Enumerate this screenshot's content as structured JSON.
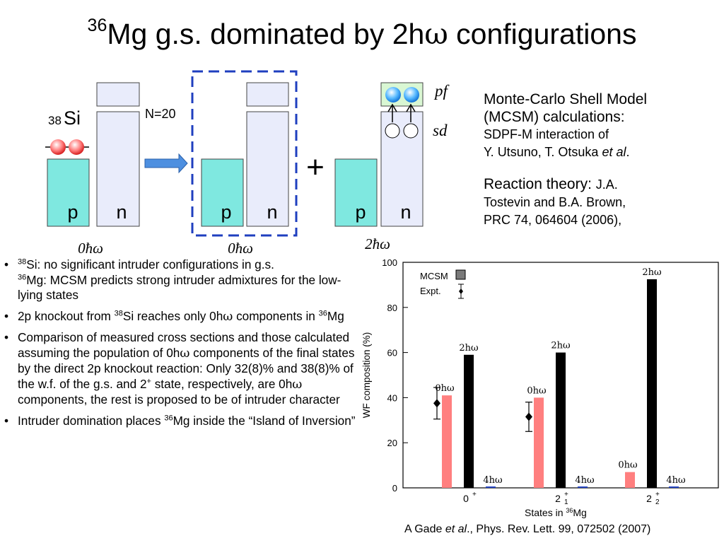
{
  "title": {
    "iso": "36",
    "main": "Mg g.s. dominated by 2h",
    "omega": "ω",
    "tail": " configurations"
  },
  "diagram": {
    "si_iso": "38",
    "si": "Si",
    "n20": "N=20",
    "p": "p",
    "n": "n",
    "plus": "+",
    "pf": "pf",
    "sd": "sd",
    "label_0": "0ħω",
    "label_2": "2ħω",
    "colors": {
      "proton": "#7fe8e0",
      "neutron": "#e9ecfb",
      "box_border": "#1f3fbf",
      "arrow": "#4d8fe0"
    }
  },
  "right": {
    "line1": "Monte-Carlo Shell Model",
    "line2": "(MCSM) calculations:",
    "line3": "SDPF-M interaction of",
    "line4a": "Y. Utsuno, T. Otsuka ",
    "line4b": "et al",
    "line4c": ".",
    "line5a": "Reaction theory: ",
    "line5b": "J.A.",
    "line6": "Tostevin and B.A. Brown,",
    "line7": "PRC  74, 064604 (2006),"
  },
  "bullets": {
    "b1_iso": "38",
    "b1_t1": "Si: no significant intruder configurations in g.s.",
    "b1_iso2": "36",
    "b1_t2": "Mg: MCSM predicts strong intruder admixtures for the low-lying states",
    "b2_t1": "2p knockout from ",
    "b2_iso": "38",
    "b2_t2": "Si reaches only 0h",
    "b2_om": "ω",
    "b2_t3": " components in ",
    "b2_iso2": "36",
    "b2_t4": "Mg",
    "b3_t1": "Comparison of measured cross sections and those calculated assuming the population of 0h",
    "b3_om": "ω",
    "b3_t2": " components of the final states by the direct 2p knockout reaction: Only 32(8)% and 38(8)% of the w.f. of the g.s. and 2",
    "b3_sup": "+",
    "b3_t3": " state, respectively, are 0h",
    "b3_om2": "ω",
    "b3_t4": " components, the rest is proposed to be of intruder character",
    "b4_t1": "Intruder domination places ",
    "b4_iso": "36",
    "b4_t2": "Mg inside the “Island of Inversion”"
  },
  "citation": {
    "a": "A Gade ",
    "b": "et al",
    "c": "., Phys. Rev. Lett. 99, 072502 (2007)"
  },
  "chart_data": {
    "type": "bar",
    "ylabel": "WF composition (%)",
    "xlabel_pre": "States in ",
    "xlabel_iso": "36",
    "xlabel_el": "Mg",
    "ylim": [
      0,
      100
    ],
    "yticks": [
      0,
      20,
      40,
      60,
      80,
      100
    ],
    "legend": {
      "mcsm": "MCSM",
      "expt": "Expt."
    },
    "groups": [
      {
        "state": "0",
        "sup": "+",
        "sub": "",
        "bars": [
          {
            "label": "0hω",
            "value": 41,
            "color": "#ff7f7f"
          },
          {
            "label": "2hω",
            "value": 59,
            "color": "#000000"
          },
          {
            "label": "4hω",
            "value": 0.6,
            "color": "#1f3fbf"
          }
        ],
        "expt": {
          "value": 37.5,
          "err": 7
        }
      },
      {
        "state": "2",
        "sup": "+",
        "sub": "1",
        "bars": [
          {
            "label": "0hω",
            "value": 40,
            "color": "#ff7f7f"
          },
          {
            "label": "2hω",
            "value": 60,
            "color": "#000000"
          },
          {
            "label": "4hω",
            "value": 0.6,
            "color": "#1f3fbf"
          }
        ],
        "expt": {
          "value": 31.5,
          "err": 6.5
        }
      },
      {
        "state": "2",
        "sup": "+",
        "sub": "2",
        "bars": [
          {
            "label": "0hω",
            "value": 7,
            "color": "#ff7f7f"
          },
          {
            "label": "2hω",
            "value": 92.5,
            "color": "#000000"
          },
          {
            "label": "4hω",
            "value": 0.6,
            "color": "#1f3fbf"
          }
        ],
        "expt": null
      }
    ]
  }
}
